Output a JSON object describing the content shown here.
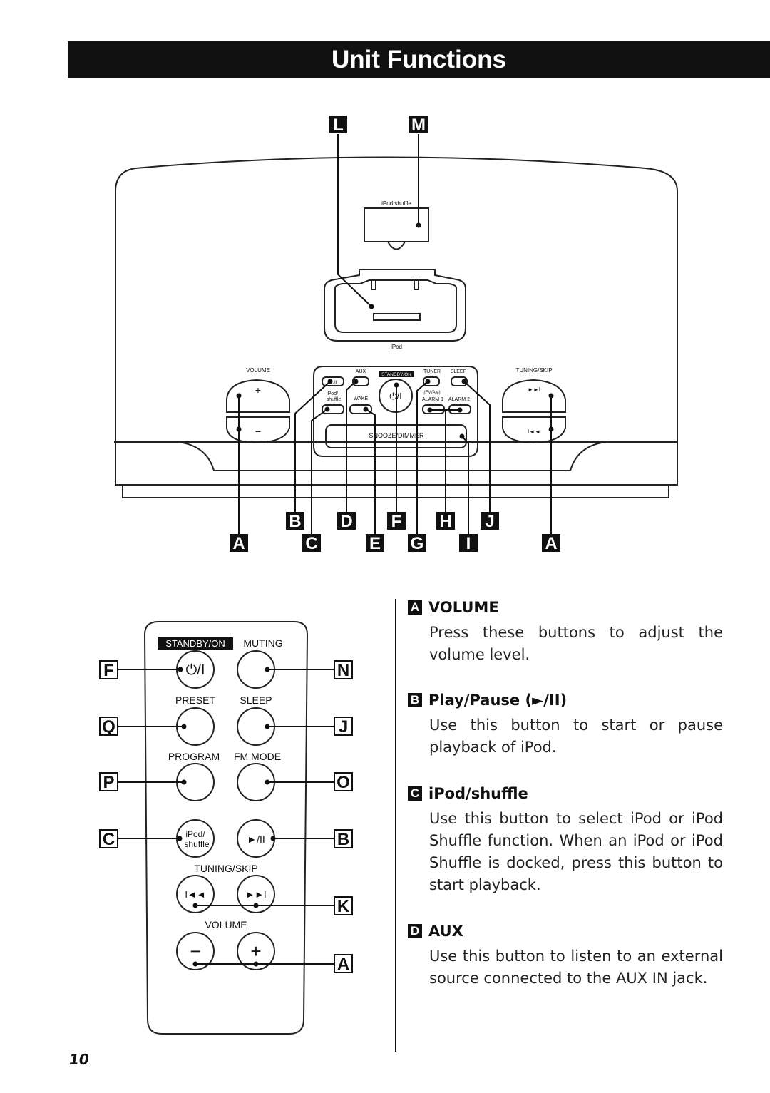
{
  "page": {
    "title": "Unit Functions",
    "page_number": "10"
  },
  "unit": {
    "label_ipod_shuffle": "iPod shuffle",
    "label_ipod": "iPod",
    "label_volume": "VOLUME",
    "label_tuning_skip": "TUNING/SKIP",
    "label_aux": "AUX",
    "label_standby": "STANDBY/ON",
    "label_tuner": "TUNER",
    "label_sleep": "SLEEP",
    "label_ipod_shuffle_btn_1": "iPod/",
    "label_ipod_shuffle_btn_2": "shuffle",
    "label_wake": "WAKE",
    "label_fm_am": "(FM/AM)",
    "label_alarm1": "ALARM 1",
    "label_alarm2": "ALARM 2",
    "label_snooze_dimmer": "SNOOZE/DIMMER",
    "plus": "+",
    "minus": "−",
    "power": "⏻/I",
    "play_pause": "►/II",
    "next": "►►I",
    "prev": "I◄◄"
  },
  "callouts_top": [
    "L",
    "M"
  ],
  "callouts_unit_row1": [
    "B",
    "D",
    "F",
    "H",
    "J"
  ],
  "callouts_unit_row2": [
    "A",
    "C",
    "E",
    "G",
    "I",
    "A"
  ],
  "remote": {
    "standby": "STANDBY/ON",
    "muting": "MUTING",
    "preset": "PRESET",
    "sleep": "SLEEP",
    "program": "PROGRAM",
    "fm_mode": "FM MODE",
    "ipod_1": "iPod/",
    "ipod_2": "shuffle",
    "tuning_skip": "TUNING/SKIP",
    "volume": "VOLUME",
    "power": "⏻/I",
    "play_pause": "►/II",
    "prev": "I◄◄",
    "next": "►►I",
    "minus": "−",
    "plus": "+",
    "callouts_left": [
      "F",
      "Q",
      "P",
      "C"
    ],
    "callouts_right": [
      "N",
      "J",
      "O",
      "B",
      "K",
      "A"
    ]
  },
  "sections": [
    {
      "letter": "A",
      "heading": "VOLUME",
      "body": "Press these buttons to adjust the volume level."
    },
    {
      "letter": "B",
      "heading": "Play/Pause (►/II)",
      "body": "Use this button to start or pause playback of iPod."
    },
    {
      "letter": "C",
      "heading": "iPod/shuffle",
      "body": "Use this button to select iPod or iPod Shuffle function. When an iPod or iPod Shuffle is docked, press this button to start playback."
    },
    {
      "letter": "D",
      "heading": "AUX",
      "body": "Use this button to listen to an external source connected to the AUX IN jack."
    }
  ]
}
